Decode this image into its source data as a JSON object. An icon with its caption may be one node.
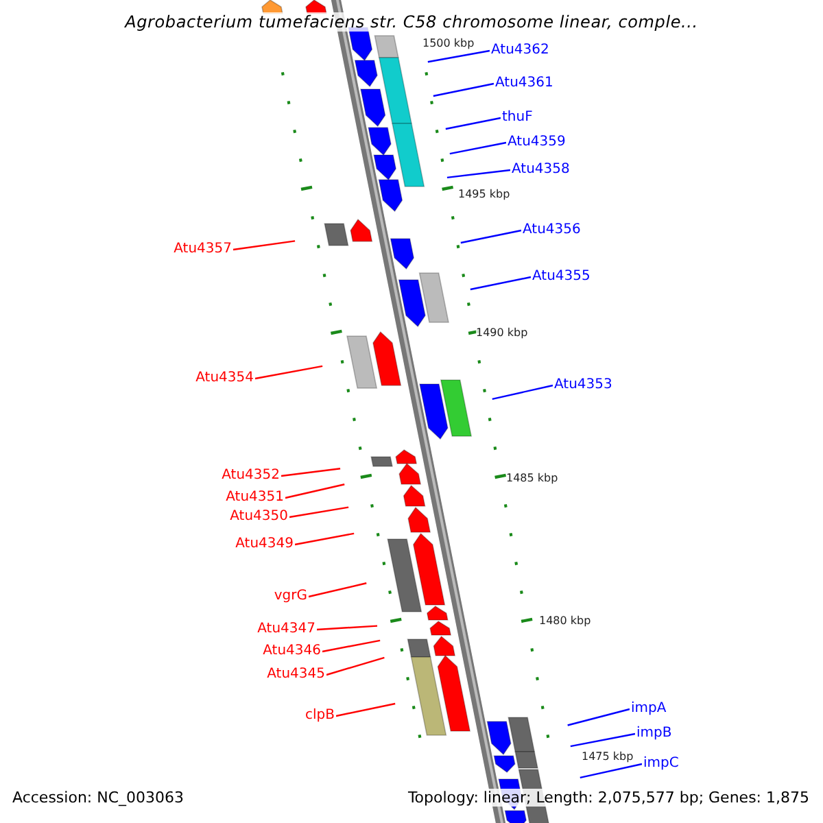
{
  "diagram": {
    "title": "Agrobacterium tumefaciens str. C58 chromosome linear, comple...",
    "nodes": [
      {
        "text": [
          "Atu4362"
        ]
      },
      {
        "text": [
          "Atu4361"
        ]
      },
      {
        "text": [
          "thuF"
        ]
      },
      {
        "text": [
          "Atu4359"
        ]
      },
      {
        "text": [
          "Atu4358"
        ]
      },
      {
        "text": [
          "Atu4357"
        ]
      },
      {
        "text": [
          "Atu4356"
        ]
      },
      {
        "text": [
          "Atu4355"
        ]
      },
      {
        "text": [
          "Atu4354"
        ]
      },
      {
        "text": [
          "Atu4353"
        ]
      },
      {
        "text": [
          "Atu4352"
        ]
      },
      {
        "text": [
          "Atu4351"
        ]
      },
      {
        "text": [
          "Atu4350"
        ]
      },
      {
        "text": [
          "Atu4349"
        ]
      },
      {
        "text": [
          "vgrG"
        ]
      },
      {
        "text": [
          "Atu4347"
        ]
      },
      {
        "text": [
          "Atu4346"
        ]
      },
      {
        "text": [
          "Atu4345"
        ]
      },
      {
        "text": [
          "clpB"
        ]
      },
      {
        "text": [
          "impA"
        ]
      },
      {
        "text": [
          "impB"
        ]
      },
      {
        "text": [
          "impC"
        ]
      }
    ],
    "edges": [
      {
        "from": 0,
        "to": null,
        "arrow": "none"
      },
      {
        "from": 1,
        "to": null,
        "arrow": "none"
      },
      {
        "from": 2,
        "to": null,
        "arrow": "none"
      },
      {
        "from": 3,
        "to": null,
        "arrow": "none"
      },
      {
        "from": 4,
        "to": null,
        "arrow": "none"
      },
      {
        "from": 5,
        "to": null,
        "arrow": "none",
        "color": "#ff0000"
      },
      {
        "from": 6,
        "to": null,
        "arrow": "none"
      },
      {
        "from": 7,
        "to": null,
        "arrow": "none"
      },
      {
        "from": 8,
        "to": null,
        "arrow": "none",
        "color": "#ff0000"
      },
      {
        "from": 9,
        "to": null,
        "arrow": "none"
      },
      {
        "from": 10,
        "to": null,
        "arrow": "none",
        "color": "#ff0000"
      },
      {
        "from": 11,
        "to": null,
        "arrow": "none",
        "color": "#ff0000"
      },
      {
        "from": 12,
        "to": null,
        "arrow": "none",
        "color": "#ff0000"
      },
      {
        "from": 13,
        "to": null,
        "arrow": "none",
        "color": "#ff0000"
      },
      {
        "from": 14,
        "to": null,
        "arrow": "none",
        "color": "#ff0000"
      },
      {
        "from": 15,
        "to": null,
        "arrow": "none",
        "color": "#ff0000"
      },
      {
        "from": 16,
        "to": null,
        "arrow": "none",
        "color": "#ff0000"
      },
      {
        "from": 17,
        "to": null,
        "arrow": "none",
        "color": "#ff0000"
      },
      {
        "from": 18,
        "to": null,
        "arrow": "none",
        "color": "#ff0000"
      },
      {
        "from": 19,
        "to": null,
        "arrow": "none"
      },
      {
        "from": 20,
        "to": null,
        "arrow": "none"
      },
      {
        "from": 21,
        "to": null,
        "arrow": "none"
      }
    ],
    "labels": [
      "1500 kbp",
      "1495 kbp",
      "1490 kbp",
      "1485 kbp",
      "1480 kbp",
      "1475 kbp",
      "Accession: NC_003063",
      "Topology: linear; Length: 2,075,577 bp; Genes: 1,875"
    ]
  }
}
